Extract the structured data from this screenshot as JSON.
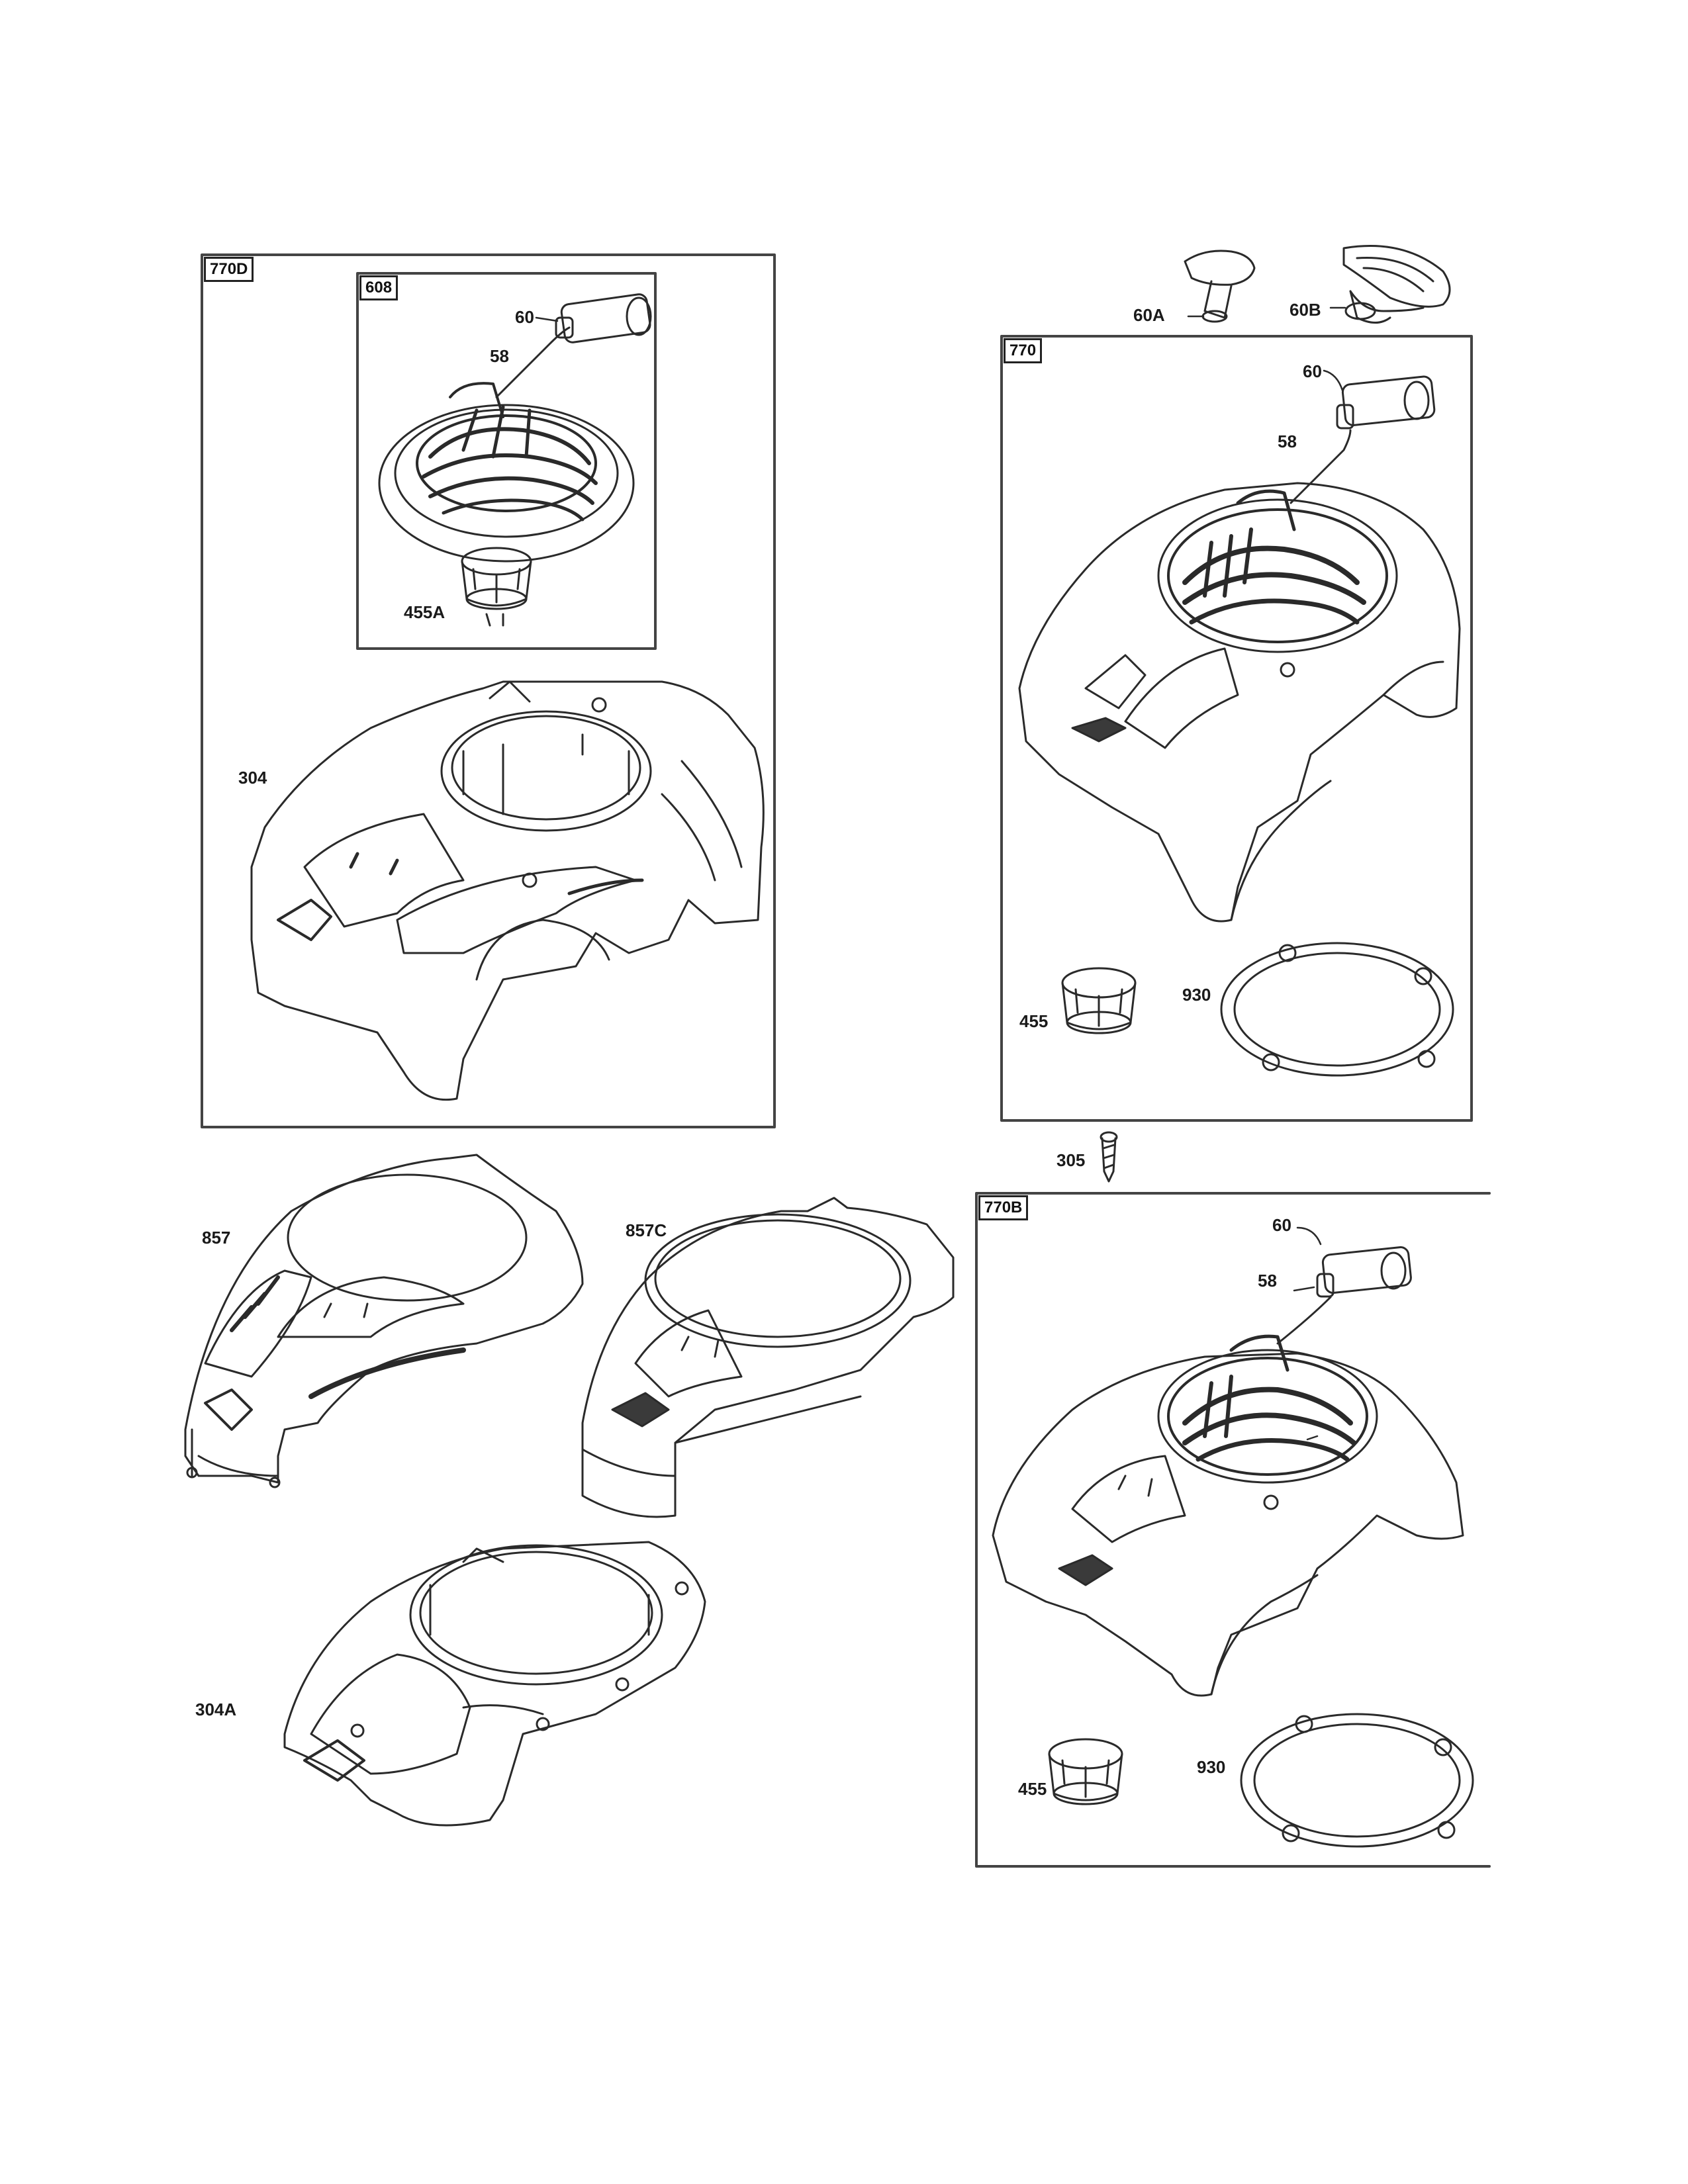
{
  "boxes": {
    "b770d": "770D",
    "b608": "608",
    "b770": "770",
    "b770b": "770B"
  },
  "labels": {
    "l60_608": "60",
    "l58_608": "58",
    "l455a": "455A",
    "l304": "304",
    "l60a": "60A",
    "l60b": "60B",
    "l60_770": "60",
    "l58_770": "58",
    "l455_770": "455",
    "l930_770": "930",
    "l305": "305",
    "l857": "857",
    "l857c": "857C",
    "l304a": "304A",
    "l60_770b": "60",
    "l58_770b": "58",
    "l455_770b": "455",
    "l930_770b": "930"
  },
  "colors": {
    "line": "#2a2a2a",
    "frame": "#444444",
    "fill_dark": "#3a3a3a"
  }
}
